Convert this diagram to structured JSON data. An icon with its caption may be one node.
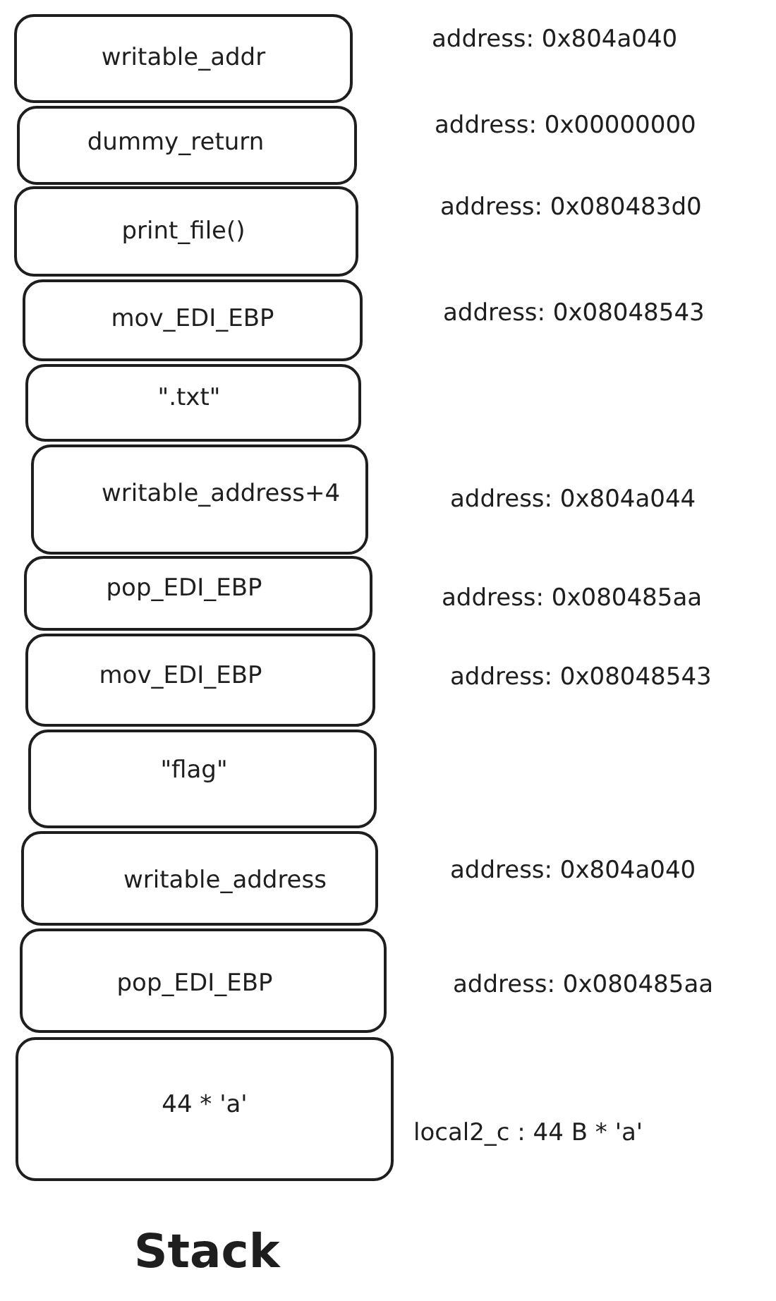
{
  "diagram": {
    "caption": "Stack",
    "nodes": [
      {
        "text": [
          "writable_addr"
        ],
        "beside": [
          "address: 0x804a040"
        ]
      },
      {
        "text": [
          "dummy_return"
        ],
        "beside": [
          "address: 0x00000000"
        ]
      },
      {
        "text": [
          "print_file()"
        ],
        "beside": [
          "address: 0x080483d0"
        ]
      },
      {
        "text": [
          "mov_EDI_EBP"
        ],
        "beside": [
          "address: 0x08048543"
        ]
      },
      {
        "text": [
          "\".txt\""
        ]
      },
      {
        "text": [
          "writable_address+4"
        ],
        "beside": [
          "address: 0x804a044"
        ]
      },
      {
        "text": [
          "pop_EDI_EBP"
        ],
        "beside": [
          "address: 0x080485aa"
        ]
      },
      {
        "text": [
          "mov_EDI_EBP"
        ],
        "beside": [
          "address: 0x08048543"
        ]
      },
      {
        "text": [
          "\"flag\""
        ]
      },
      {
        "text": [
          "writable_address"
        ],
        "beside": [
          "address: 0x804a040"
        ]
      },
      {
        "text": [
          "pop_EDI_EBP"
        ],
        "beside": [
          "address: 0x080485aa"
        ]
      },
      {
        "text": [
          "44 * 'a'"
        ],
        "beside": [
          "local2_c : 44 B * 'a'"
        ]
      }
    ]
  }
}
